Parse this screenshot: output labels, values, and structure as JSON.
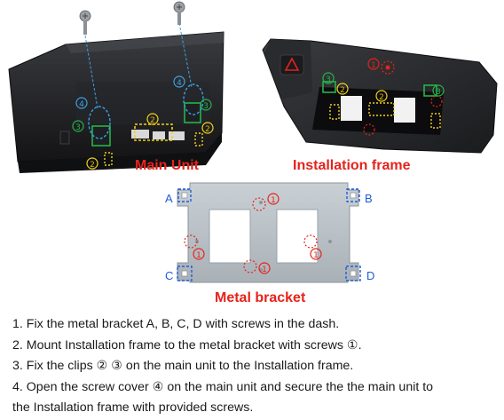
{
  "captions": {
    "main_unit": "Main Unit",
    "installation_frame": "Installation frame",
    "metal_bracket": "Metal bracket"
  },
  "corners": {
    "a": "A",
    "b": "B",
    "c": "C",
    "d": "D"
  },
  "markers": {
    "one": "1",
    "two": "2",
    "three": "3",
    "four": "4"
  },
  "steps": [
    "1. Fix the metal bracket A, B, C, D with screws in the dash.",
    "2. Mount Installation frame to the metal bracket with screws ①.",
    "3. Fix the clips ② ③ on the main unit to the Installation frame.",
    "4. Open the screw cover ④ on the main unit and secure the the main unit to",
    "the Installation frame with provided screws."
  ],
  "colors": {
    "caption_red": "#e5231b",
    "corner_blue": "#1f5bd6",
    "marker_green": "#25b34a",
    "marker_yellow": "#f2d21c",
    "bracket_grey": "#b8bfc4",
    "unit_dark": "#2a2b2e"
  },
  "icons": [
    "screw-icon",
    "warning-triangle-icon"
  ]
}
